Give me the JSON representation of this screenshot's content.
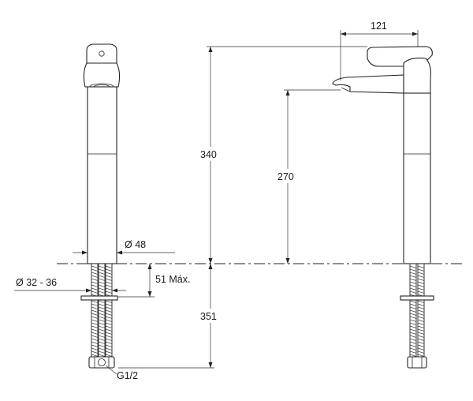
{
  "dimensions": {
    "spout_reach": "121",
    "total_height": "340",
    "spout_height": "270",
    "base_diameter": "Ø 48",
    "hole_diameter": "Ø 32 - 36",
    "max_deck_thickness": "51  Máx.",
    "below_deck_length": "351",
    "connection_thread": "G1/2"
  }
}
